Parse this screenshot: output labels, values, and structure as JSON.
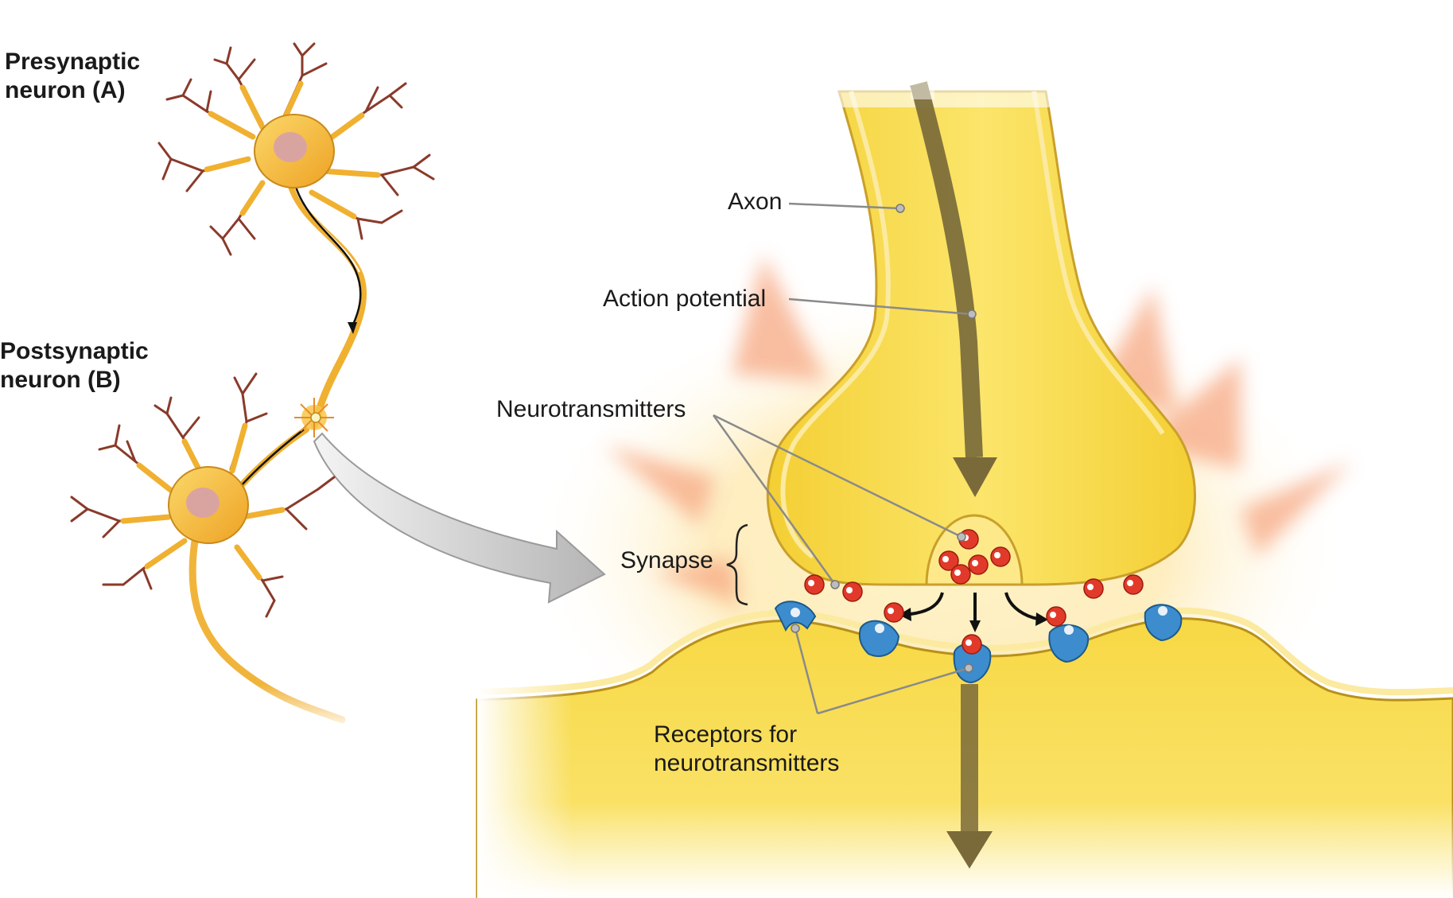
{
  "labels": {
    "presynaptic_line1": "Presynaptic",
    "presynaptic_line2": "neuron (A)",
    "postsynaptic_line1": "Postsynaptic",
    "postsynaptic_line2": "neuron (B)",
    "axon": "Axon",
    "action_potential": "Action potential",
    "neurotransmitters": "Neurotransmitters",
    "synapse": "Synapse",
    "receptors_line1": "Receptors for",
    "receptors_line2": "neurotransmitters"
  },
  "colors": {
    "cell_fill": "#f5d23c",
    "cell_outline": "#b8901a",
    "neuron_body": "#f0b030",
    "dendrite": "#8a3a2a",
    "nucleus": "#d9a4a0",
    "arrow": "#7a6a3a",
    "neurotransmitter": "#e23a2a",
    "receptor": "#3d8ccd",
    "glow": "#f6a07a",
    "leader": "#888888"
  }
}
